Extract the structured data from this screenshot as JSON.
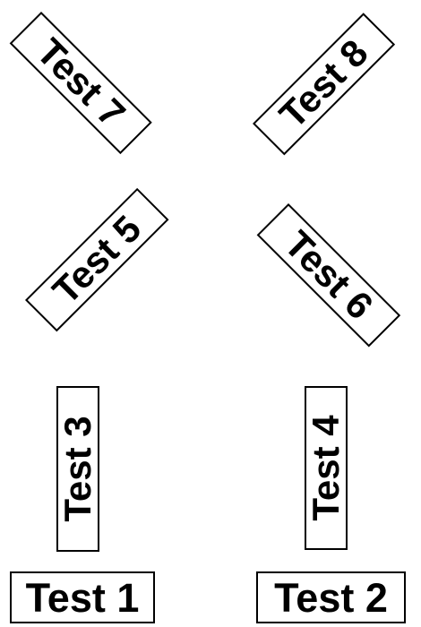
{
  "labels": {
    "test1": "Test 1",
    "test2": "Test 2",
    "test3": "Test 3",
    "test4": "Test 4",
    "test5": "Test 5",
    "test6": "Test 6",
    "test7": "Test 7",
    "test8": "Test 8"
  },
  "colors": {
    "background": "#ffffff",
    "text": "#000000",
    "border": "#000000"
  }
}
